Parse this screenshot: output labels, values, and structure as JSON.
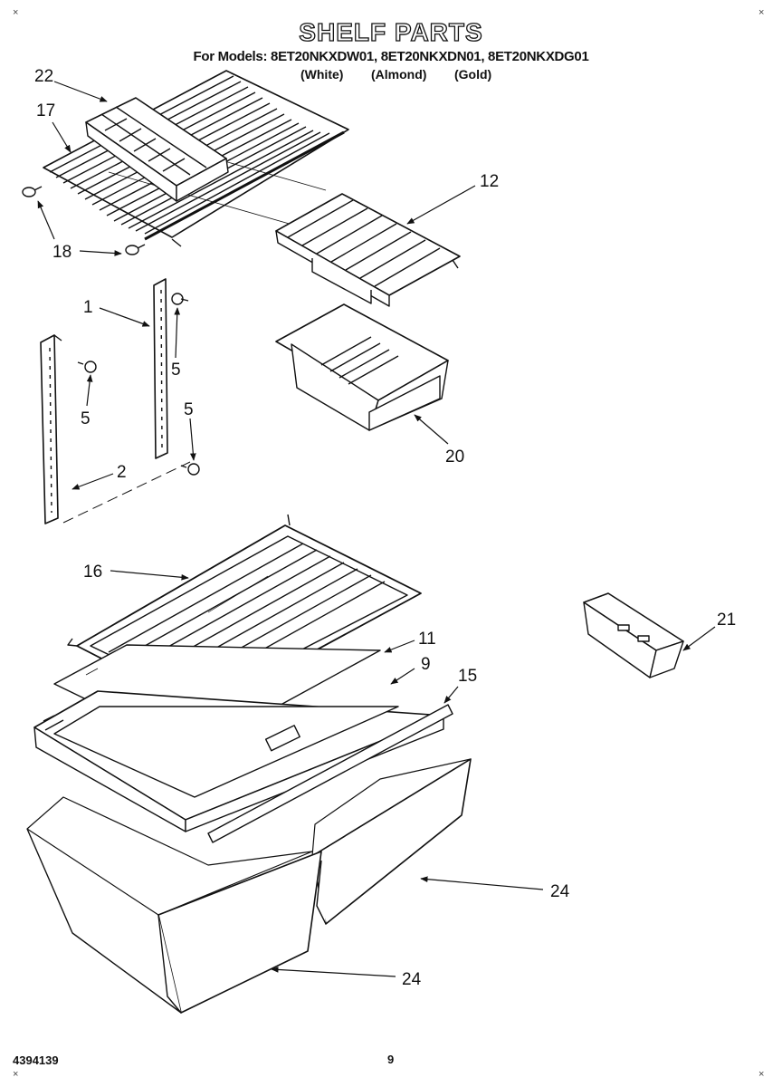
{
  "header": {
    "title": "SHELF PARTS",
    "models_line": "For Models: 8ET20NKXDW01, 8ET20NKXDN01, 8ET20NKXDG01",
    "colors": [
      "(White)",
      "(Almond)",
      "(Gold)"
    ]
  },
  "corner_marks": [
    "×",
    "×",
    "×",
    "×"
  ],
  "callouts": {
    "c22": "22",
    "c17": "17",
    "c18": "18",
    "c12": "12",
    "c1": "1",
    "c5a": "5",
    "c5b": "5",
    "c5c": "5",
    "c2": "2",
    "c20": "20",
    "c16": "16",
    "c11": "11",
    "c9": "9",
    "c15": "15",
    "c21": "21",
    "c24a": "24",
    "c24b": "24"
  },
  "footer": {
    "doc_number": "4394139",
    "page_number": "9"
  }
}
